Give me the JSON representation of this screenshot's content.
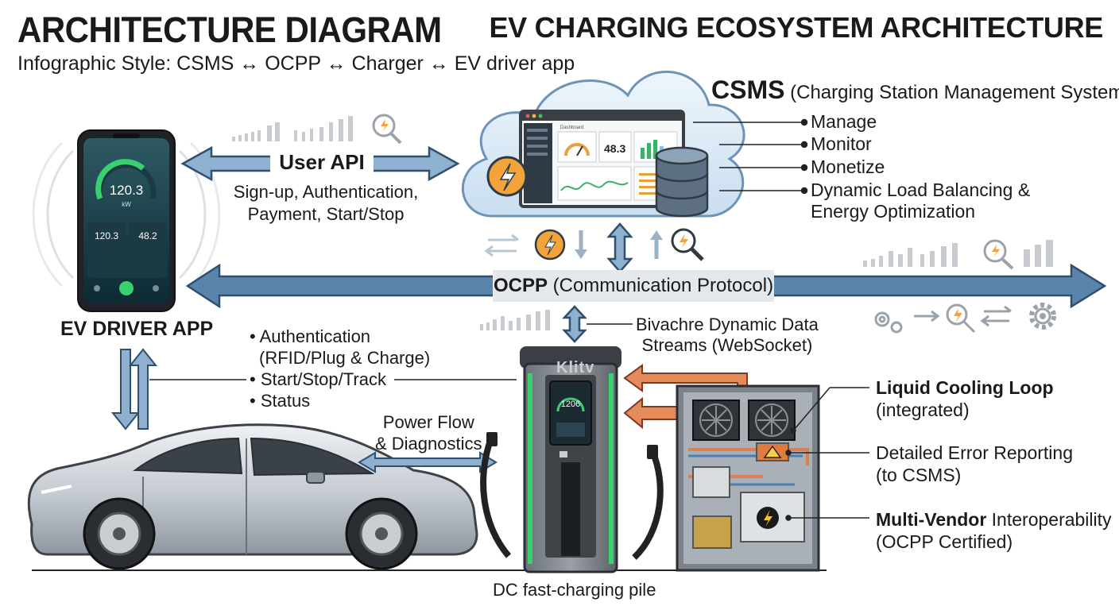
{
  "header": {
    "title_left": "ARCHITECTURE DIAGRAM",
    "subtitle_left": "Infographic Style: CSMS ↔ OCPP ↔ Charger ↔ EV driver app",
    "title_right": "EV CHARGING ECOSYSTEM ARCHITECTURE"
  },
  "csms": {
    "acronym": "CSMS",
    "full_name": "(Charging Station Management System)",
    "functions": [
      "Manage",
      "Monitor",
      "Monetize",
      "Dynamic Load Balancing &",
      "Energy Optimization"
    ],
    "dashboard": {
      "header": "Dashboard",
      "gauge_value": "48.3"
    }
  },
  "user_api": {
    "label": "User API",
    "description_line1": "Sign-up, Authentication,",
    "description_line2": "Payment, Start/Stop"
  },
  "phone": {
    "gauge_value": "120.3",
    "gauge_unit": "kW",
    "stat1_value": "120.3",
    "stat2_value": "48.2"
  },
  "ocpp": {
    "acronym": "OCPP",
    "description": "(Communication Protocol)"
  },
  "driver_app": {
    "label": "EV DRIVER APP"
  },
  "charger_functions": {
    "items": [
      "• Authentication",
      "(RFID/Plug & Charge)",
      "• Start/Stop/Track",
      "• Status"
    ]
  },
  "data_streams": {
    "line1": "Bivachre Dynamic Data",
    "line2": "Streams (WebSocket)"
  },
  "power_flow": {
    "line1": "Power Flow",
    "line2": "& Diagnostics"
  },
  "charger": {
    "brand": "Klitv",
    "screen_value": "1206",
    "label": "DC fast-charging pile"
  },
  "cabinet_features": {
    "cooling_bold": "Liquid Cooling Loop",
    "cooling_sub": "(integrated)",
    "error_line1": "Detailed Error Reporting",
    "error_line2": "(to CSMS)",
    "vendor_bold": "Multi-Vendor",
    "vendor_rest": " Interoperability",
    "vendor_sub": "(OCPP Certified)"
  },
  "colors": {
    "arrow_blue": "#5b84ad",
    "arrow_blue_dark": "#2f4f6f",
    "cloud_fill": "#dcebf7",
    "bolt_orange": "#f2a33a",
    "app_green": "#39d06f",
    "pipe_copper": "#d98052"
  },
  "icons": [
    "lightning-icon",
    "search-icon",
    "gear-icon",
    "database-icon",
    "warning-icon"
  ]
}
